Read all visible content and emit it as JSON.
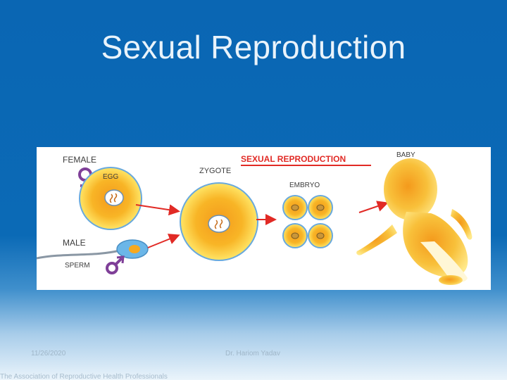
{
  "slide": {
    "title": "Sexual Reproduction"
  },
  "diagram": {
    "heading": "SEXUAL REPRODUCTION",
    "labels": {
      "female": "FEMALE",
      "egg": "EGG",
      "male": "MALE",
      "sperm": "SPERM",
      "zygote": "ZYGOTE",
      "embryo": "EMBRYO",
      "baby": "BABY"
    },
    "colors": {
      "cell_core": "#f7a91f",
      "cell_rim": "#ffe566",
      "cell_outline": "#69a9dd",
      "arrow": "#e12a25",
      "female_symbol": "#7f3f98",
      "male_symbol": "#7f3f98",
      "heading": "#e12a25",
      "baby": "#f6c140"
    },
    "icons": [
      "female-symbol-icon",
      "male-symbol-icon"
    ]
  },
  "footer": {
    "date": "11/26/2020",
    "author": "Dr. Hariom Yadav",
    "organization": "The Association of Reproductive Health Professionals"
  }
}
